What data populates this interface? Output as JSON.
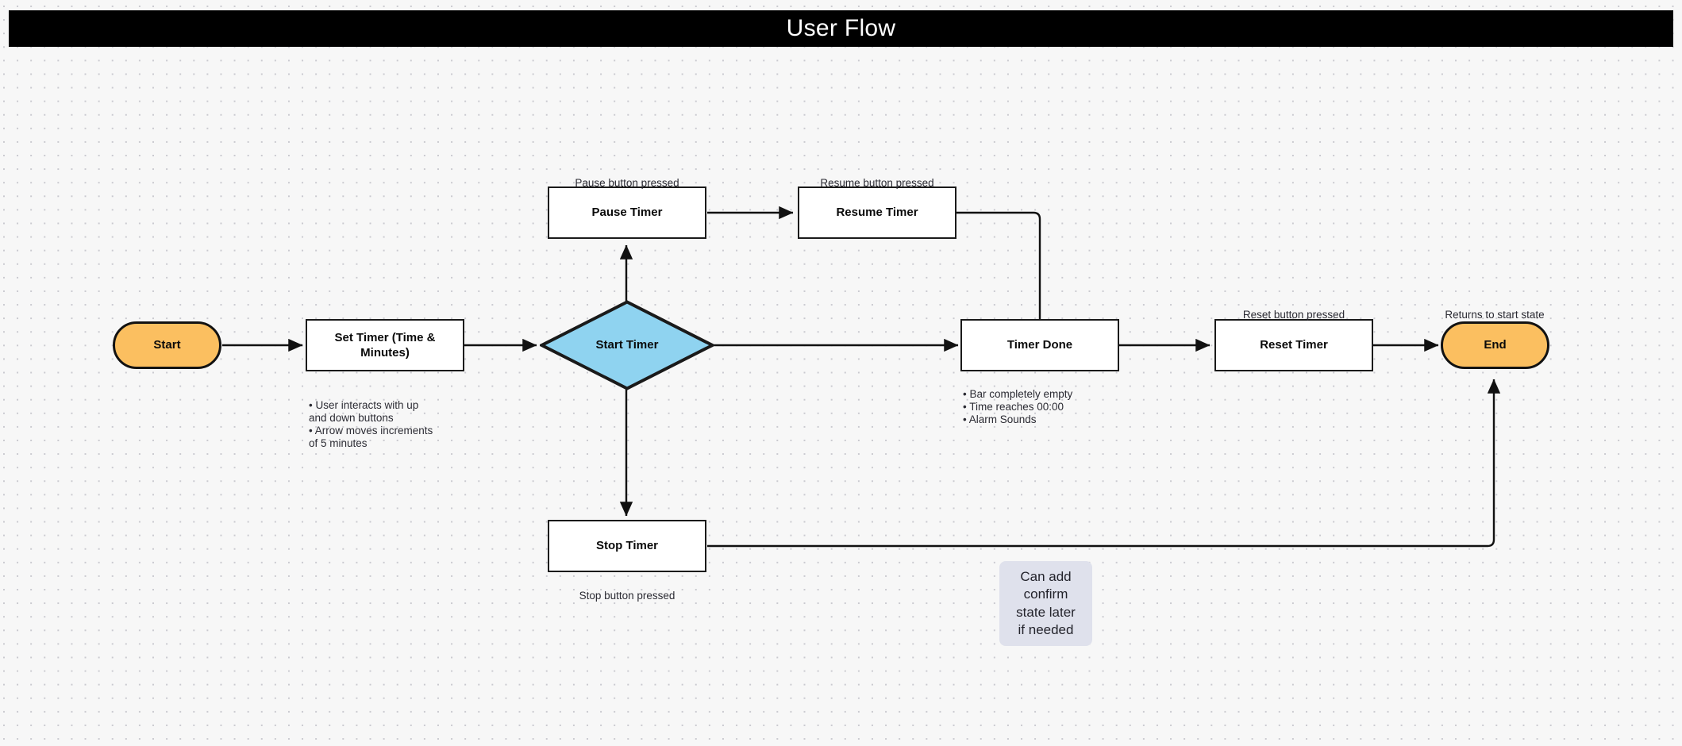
{
  "header": {
    "title": "User Flow",
    "background_color": "#000000",
    "text_color": "#ffffff"
  },
  "canvas": {
    "background_color": "#f7f7f7",
    "dot_color": "#c9c9cf"
  },
  "palette": {
    "terminal_fill": "#fbbf60",
    "decision_fill": "#8fd3f0",
    "process_fill": "#ffffff",
    "stroke": "#1a1a1a",
    "note_fill": "#dfe1ec"
  },
  "nodes": {
    "start": {
      "label": "Start",
      "type": "terminal"
    },
    "set_timer": {
      "label": "Set Timer (Time & Minutes)",
      "type": "process"
    },
    "start_timer": {
      "label": "Start Timer",
      "type": "decision"
    },
    "pause_timer": {
      "label": "Pause Timer",
      "type": "process"
    },
    "resume_timer": {
      "label": "Resume Timer",
      "type": "process"
    },
    "timer_done": {
      "label": "Timer Done",
      "type": "process"
    },
    "reset_timer": {
      "label": "Reset Timer",
      "type": "process"
    },
    "stop_timer": {
      "label": "Stop Timer",
      "type": "process"
    },
    "end": {
      "label": "End",
      "type": "terminal"
    }
  },
  "annotations": {
    "pause_edge": "Pause button pressed",
    "resume_edge": "Resume button pressed",
    "reset_edge": "Reset button pressed",
    "end_edge": "Returns to start state",
    "stop_edge": "Stop button pressed",
    "set_timer_notes": "• User interacts with up\nand down buttons\n• Arrow moves increments\nof 5 minutes",
    "timer_done_notes": "• Bar completely empty\n• Time reaches 00:00\n• Alarm Sounds"
  },
  "sticky_note": {
    "text": "Can add\nconfirm\nstate later\nif needed"
  }
}
